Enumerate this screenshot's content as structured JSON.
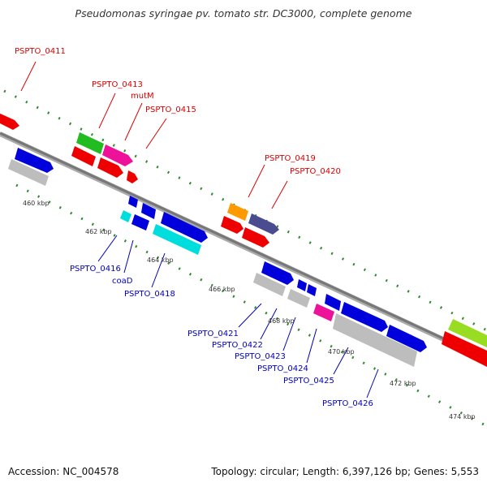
{
  "title": "Pseudomonas syringae pv. tomato str. DC3000, complete genome",
  "footer": {
    "accession": "Accession: NC_004578",
    "summary": "Topology: circular; Length: 6,397,126 bp; Genes: 5,553"
  },
  "scale_labels": [
    "460 kbp",
    "462 kbp",
    "464 kbp",
    "466 kbp",
    "468 kbp",
    "470 kbp",
    "472 kbp",
    "474 kbp"
  ],
  "forward_labels": [
    "PSPTO_0411",
    "PSPTO_0413",
    "mutM",
    "PSPTO_0415",
    "PSPTO_0419",
    "PSPTO_0420"
  ],
  "reverse_labels": [
    "PSPTO_0416",
    "coaD",
    "PSPTO_0418",
    "PSPTO_0421",
    "PSPTO_0422",
    "PSPTO_0423",
    "PSPTO_0424",
    "PSPTO_0425",
    "PSPTO_0426"
  ],
  "colors": {
    "forward_label": "#dd0000",
    "reverse_label": "#0000bb",
    "backbone": "#777777",
    "tick": "#2e8b2e"
  }
}
